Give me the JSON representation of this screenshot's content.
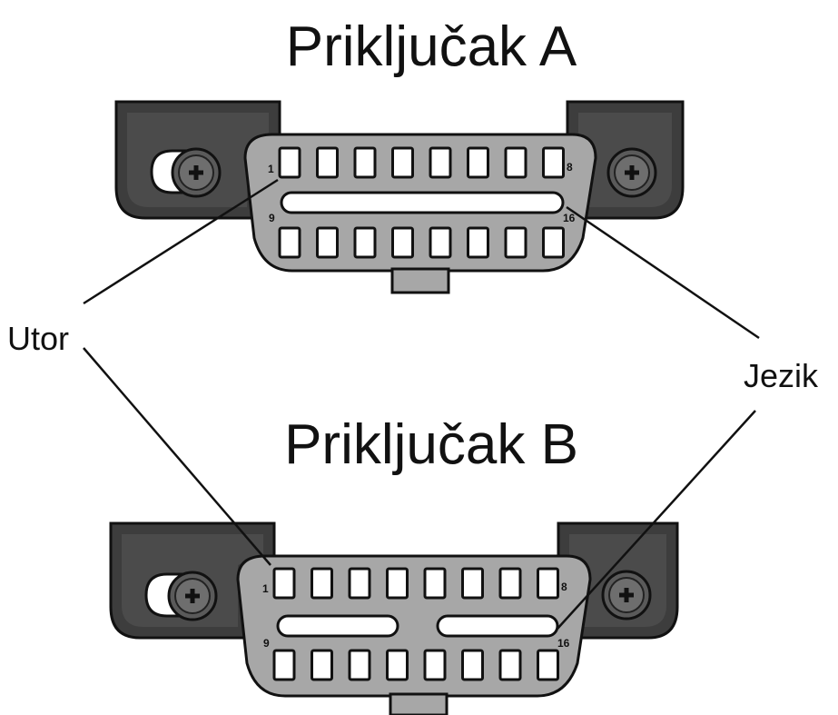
{
  "connector_a": {
    "title": "Priključak A",
    "pins": {
      "first": "1",
      "last_top": "8",
      "first_bottom": "9",
      "last": "16"
    }
  },
  "connector_b": {
    "title": "Priključak B",
    "pins": {
      "first": "1",
      "last_top": "8",
      "first_bottom": "9",
      "last": "16"
    }
  },
  "labels": {
    "slot": "Utor",
    "tab": "Jezik"
  }
}
